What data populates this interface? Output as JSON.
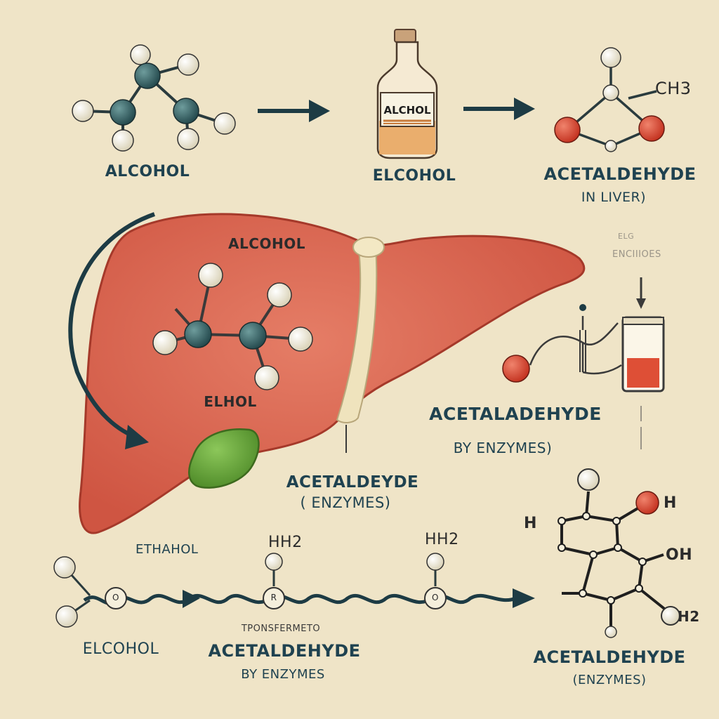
{
  "labels": {
    "top_alcohol": "ALCOHOL",
    "bottle_label": "ALCHOL",
    "top_elcohol": "ELCOHOL",
    "top_acetaldehyde": "ACETALDEHYDE",
    "in_liver": "IN LIVER)",
    "ch3": "CH3",
    "liver_alcohol": "ALCOHOL",
    "liver_elhol": "ELHOL",
    "faint_top": "ELG",
    "faint_enzymes": "ENCIIIOES",
    "right_acetaladehyde": "ACETALADEHYDE",
    "right_by_enzymes": "BY ENZYMES)",
    "mid_acetaldeyde": "ACETALDEYDE",
    "mid_enzymes": "( ENZYMES)",
    "ethahol": "ETHAHOL",
    "hh1": "HH2",
    "hh2": "HH2",
    "node1": "O",
    "node2": "R",
    "node3": "O",
    "transfer": "TPONSFERMETO",
    "bottom_elcohol": "ELCOHOL",
    "bottom_acetaldehyde": "ACETALDEHYDE",
    "bottom_by_enzymes": "BY ENZYMES",
    "ring_h": "H",
    "ring_h_right": "H",
    "ring_oh": "OH",
    "ring_h2": "H2",
    "final_acetaldehyde": "ACETALDEHYDE",
    "final_enzymes": "(ENZYMES)"
  },
  "colors": {
    "background": "#efe4c7",
    "liver": "#d9604c",
    "liver_highlight": "#e3826a",
    "gallbladder": "#6fa83a",
    "ligament": "#efe3bd",
    "text": "#1f4250",
    "atom_dark": "#2f5a5e",
    "atom_light": "#f1ecd8",
    "atom_red": "#d9412c",
    "arrow": "#1d3b44"
  }
}
